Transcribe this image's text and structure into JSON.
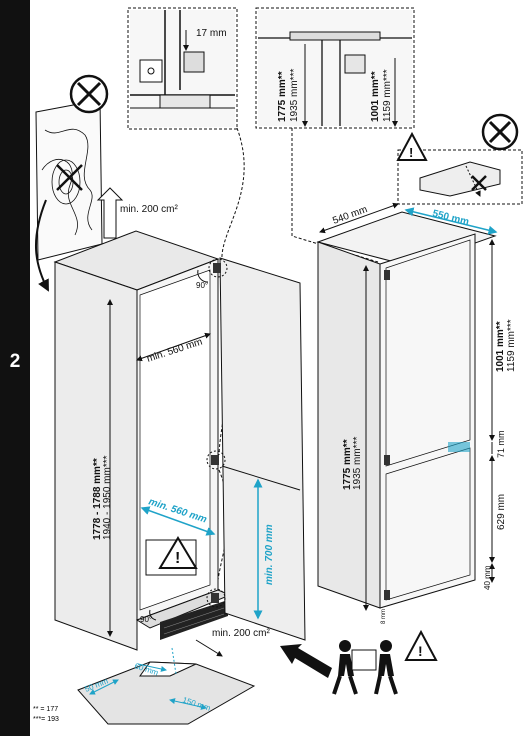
{
  "page": {
    "step_number": "2"
  },
  "footnotes": {
    "double_star": "** = 177",
    "triple_star": "***= 193"
  },
  "detail_top_left": {
    "gap": "17 mm"
  },
  "detail_top_right": {
    "height_a_177": "1775 mm**",
    "height_a_193": "1935 mm***",
    "height_b_177": "1001 mm**",
    "height_b_193": "1159 mm***"
  },
  "niche": {
    "vent_top": "min. 200 cm²",
    "vent_bottom": "min. 200 cm²",
    "height_177": "1778 - 1788 mm**",
    "height_193": "1940 - 1950 mm***",
    "depth": "min. 560 mm",
    "width": "min. 560 mm",
    "door_height": "min. 700 mm",
    "angle_top": "90°",
    "angle_bottom": "90°"
  },
  "appliance": {
    "depth": "540 mm",
    "width": "550 mm",
    "height_177": "1775 mm**",
    "height_193": "1935 mm***",
    "upper_177": "1001 mm**",
    "upper_193": "1159 mm***",
    "gap_71": "71 mm",
    "lower_629": "629 mm",
    "base_40": "40 mm",
    "foot_8": "8 mm"
  },
  "plinth": {
    "a": "50 mm",
    "b": "60 mm",
    "c": "150 mm"
  },
  "colors": {
    "ink": "#111111",
    "accent": "#1fa3c8",
    "panel": "#f2f2f2",
    "sidebar": "#111111"
  },
  "icons": [
    "prohibited-icon",
    "warning-icon",
    "arrow-icon",
    "person-icon"
  ]
}
